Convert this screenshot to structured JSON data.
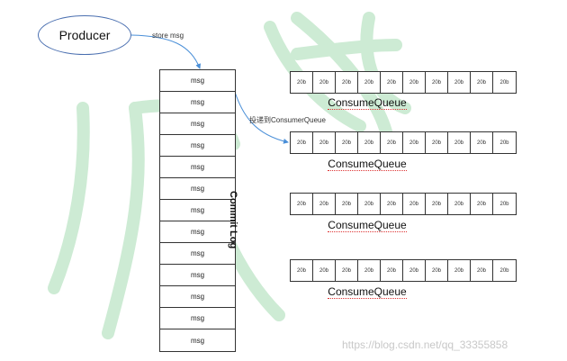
{
  "producer": {
    "label": "Producer"
  },
  "edges": {
    "store_label": "store msg",
    "dispatch_label": "投递到ConsumerQueue"
  },
  "commit_log": {
    "title": "Commit Log",
    "cells": [
      "msg",
      "msg",
      "msg",
      "msg",
      "msg",
      "msg",
      "msg",
      "msg",
      "msg",
      "msg",
      "msg",
      "msg",
      "msg"
    ]
  },
  "consume_queues": [
    {
      "label": "ConsumeQueue",
      "cells": [
        "20b",
        "20b",
        "20b",
        "20b",
        "20b",
        "20b",
        "20b",
        "20b",
        "20b",
        "20b"
      ]
    },
    {
      "label": "ConsumeQueue",
      "cells": [
        "20b",
        "20b",
        "20b",
        "20b",
        "20b",
        "20b",
        "20b",
        "20b",
        "20b",
        "20b"
      ]
    },
    {
      "label": "ConsumeQueue",
      "cells": [
        "20b",
        "20b",
        "20b",
        "20b",
        "20b",
        "20b",
        "20b",
        "20b",
        "20b",
        "20b"
      ]
    },
    {
      "label": "ConsumeQueue",
      "cells": [
        "20b",
        "20b",
        "20b",
        "20b",
        "20b",
        "20b",
        "20b",
        "20b",
        "20b",
        "20b"
      ]
    }
  ],
  "footer": {
    "text": "https://blog.csdn.net/qq_33355858"
  },
  "colors": {
    "arrow": "#4a8fd8",
    "watermark": "#cdebd4",
    "ellipse_border": "#4a6fb0"
  }
}
